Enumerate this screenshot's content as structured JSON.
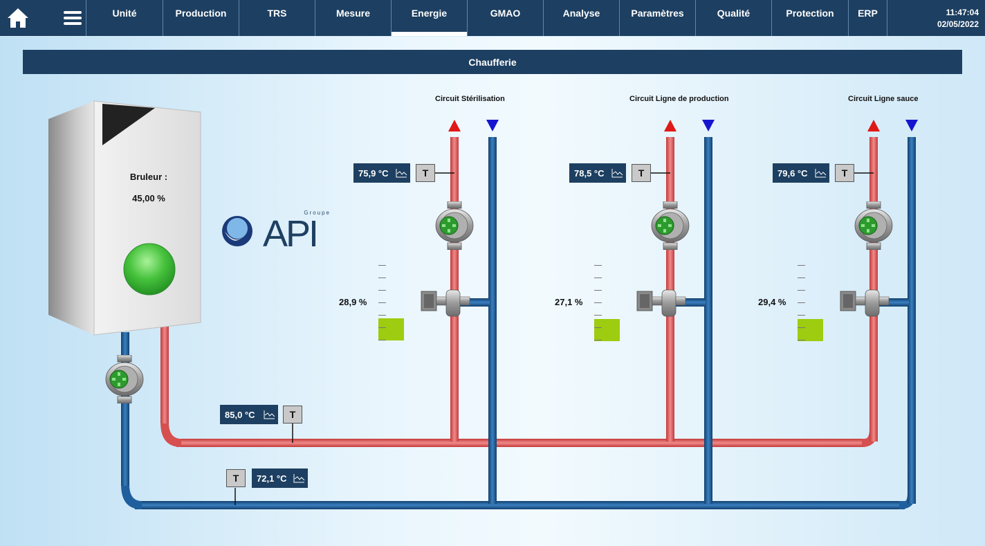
{
  "nav": {
    "items": [
      {
        "label": "Unité"
      },
      {
        "label": "Production"
      },
      {
        "label": "TRS"
      },
      {
        "label": "Mesure"
      },
      {
        "label": "Energie",
        "active": true
      },
      {
        "label": "GMAO"
      },
      {
        "label": "Analyse"
      },
      {
        "label": "Paramètres"
      },
      {
        "label": "Qualité"
      },
      {
        "label": "Protection"
      },
      {
        "label": "ERP"
      }
    ],
    "time": "11:47:04",
    "date": "02/05/2022"
  },
  "page": {
    "title": "Chaufferie"
  },
  "bruleur": {
    "label": "Bruleur :",
    "value": "45,00 %"
  },
  "logo": {
    "group": "Groupe",
    "name": "API"
  },
  "circuits": [
    {
      "title": "Circuit Stérilisation",
      "temp": "75,9 °C",
      "valve_pct": "28,9 %"
    },
    {
      "title": "Circuit Ligne de production",
      "temp": "78,5 °C",
      "valve_pct": "27,1 %"
    },
    {
      "title": "Circuit Ligne sauce",
      "temp": "79,6 °C",
      "valve_pct": "29,4 %"
    }
  ],
  "main_loop": {
    "supply_temp": "85,0 °C",
    "return_temp": "72,1 °C"
  },
  "sensor_label": "T",
  "colors": {
    "nav": "#1d3f61",
    "hot_pipe": "#e05555",
    "cold_pipe": "#1f5f9e",
    "gauge": "#9dcc10",
    "run_led": "#3fbf3f"
  }
}
